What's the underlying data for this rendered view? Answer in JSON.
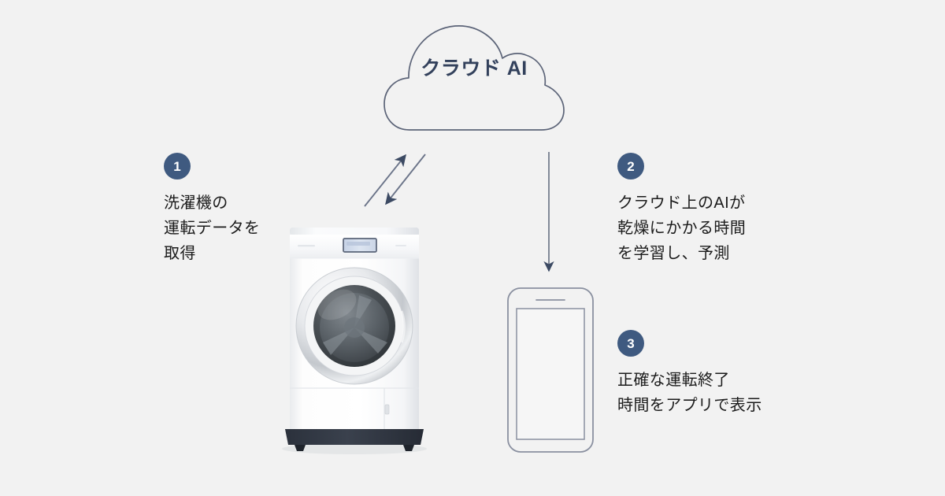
{
  "page": {
    "background_color": "#f2f2f2",
    "accent_color": "#3f5a80",
    "text_color": "#1b1b1b",
    "outline_color": "#5c6478"
  },
  "cloud": {
    "label": "クラウド\nAI",
    "label_line_1": "クラウド",
    "label_line_2": "AI",
    "color": "#33415c"
  },
  "steps": [
    {
      "number": "1",
      "text": "洗濯機の\n運転データを\n取得"
    },
    {
      "number": "2",
      "text": "クラウド上のAIが\n乾燥にかかる時間\nを学習し、予測"
    },
    {
      "number": "3",
      "text": "正確な運転終了\n時間をアプリで表示"
    }
  ],
  "devices": {
    "washing_machine": "drum-type-washing-machine",
    "smartphone": "smartphone-outline"
  },
  "arrows": {
    "upload": "arrow-washer-to-cloud",
    "download": "arrow-cloud-to-washer",
    "to_phone": "arrow-cloud-to-phone"
  }
}
